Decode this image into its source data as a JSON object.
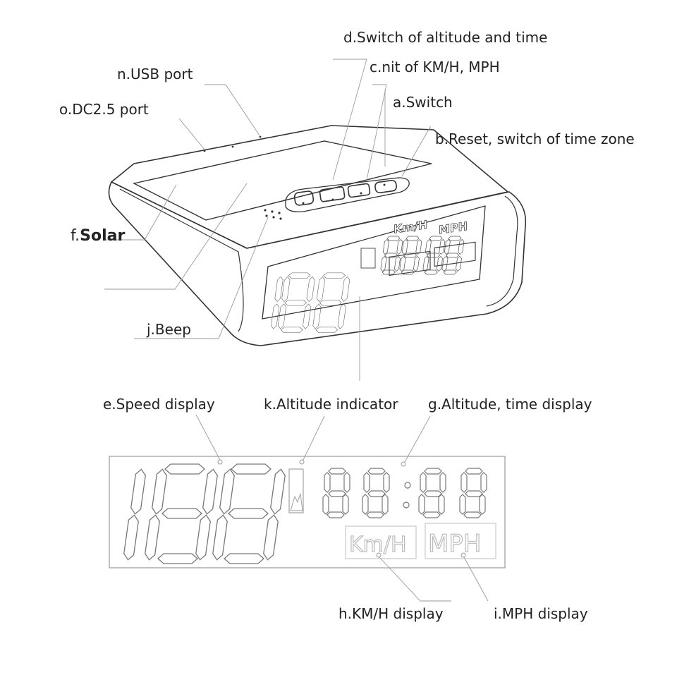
{
  "labels": {
    "d": "d.Switch of altitude and time",
    "c": "c.nit of KM/H, MPH",
    "n": "n.USB port",
    "a": "a.Switch",
    "o": "o.DC2.5 port",
    "b": "b.Reset, switch of time zone",
    "f_prefix": "f.",
    "f_word": "Solar",
    "j": "j.Beep",
    "e": "e.Speed display",
    "k": "k.Altitude indicator",
    "g": "g.Altitude, time display",
    "h": "h.KM/H display",
    "i": "i.MPH display"
  },
  "display": {
    "unit_kmh": "Km/H",
    "unit_mph": "MPH"
  },
  "colors": {
    "outline": "#333333",
    "leader": "#9a9a9a",
    "segment_outline": "#777777",
    "faint_outline": "#bbbbbb",
    "text": "#222222"
  }
}
